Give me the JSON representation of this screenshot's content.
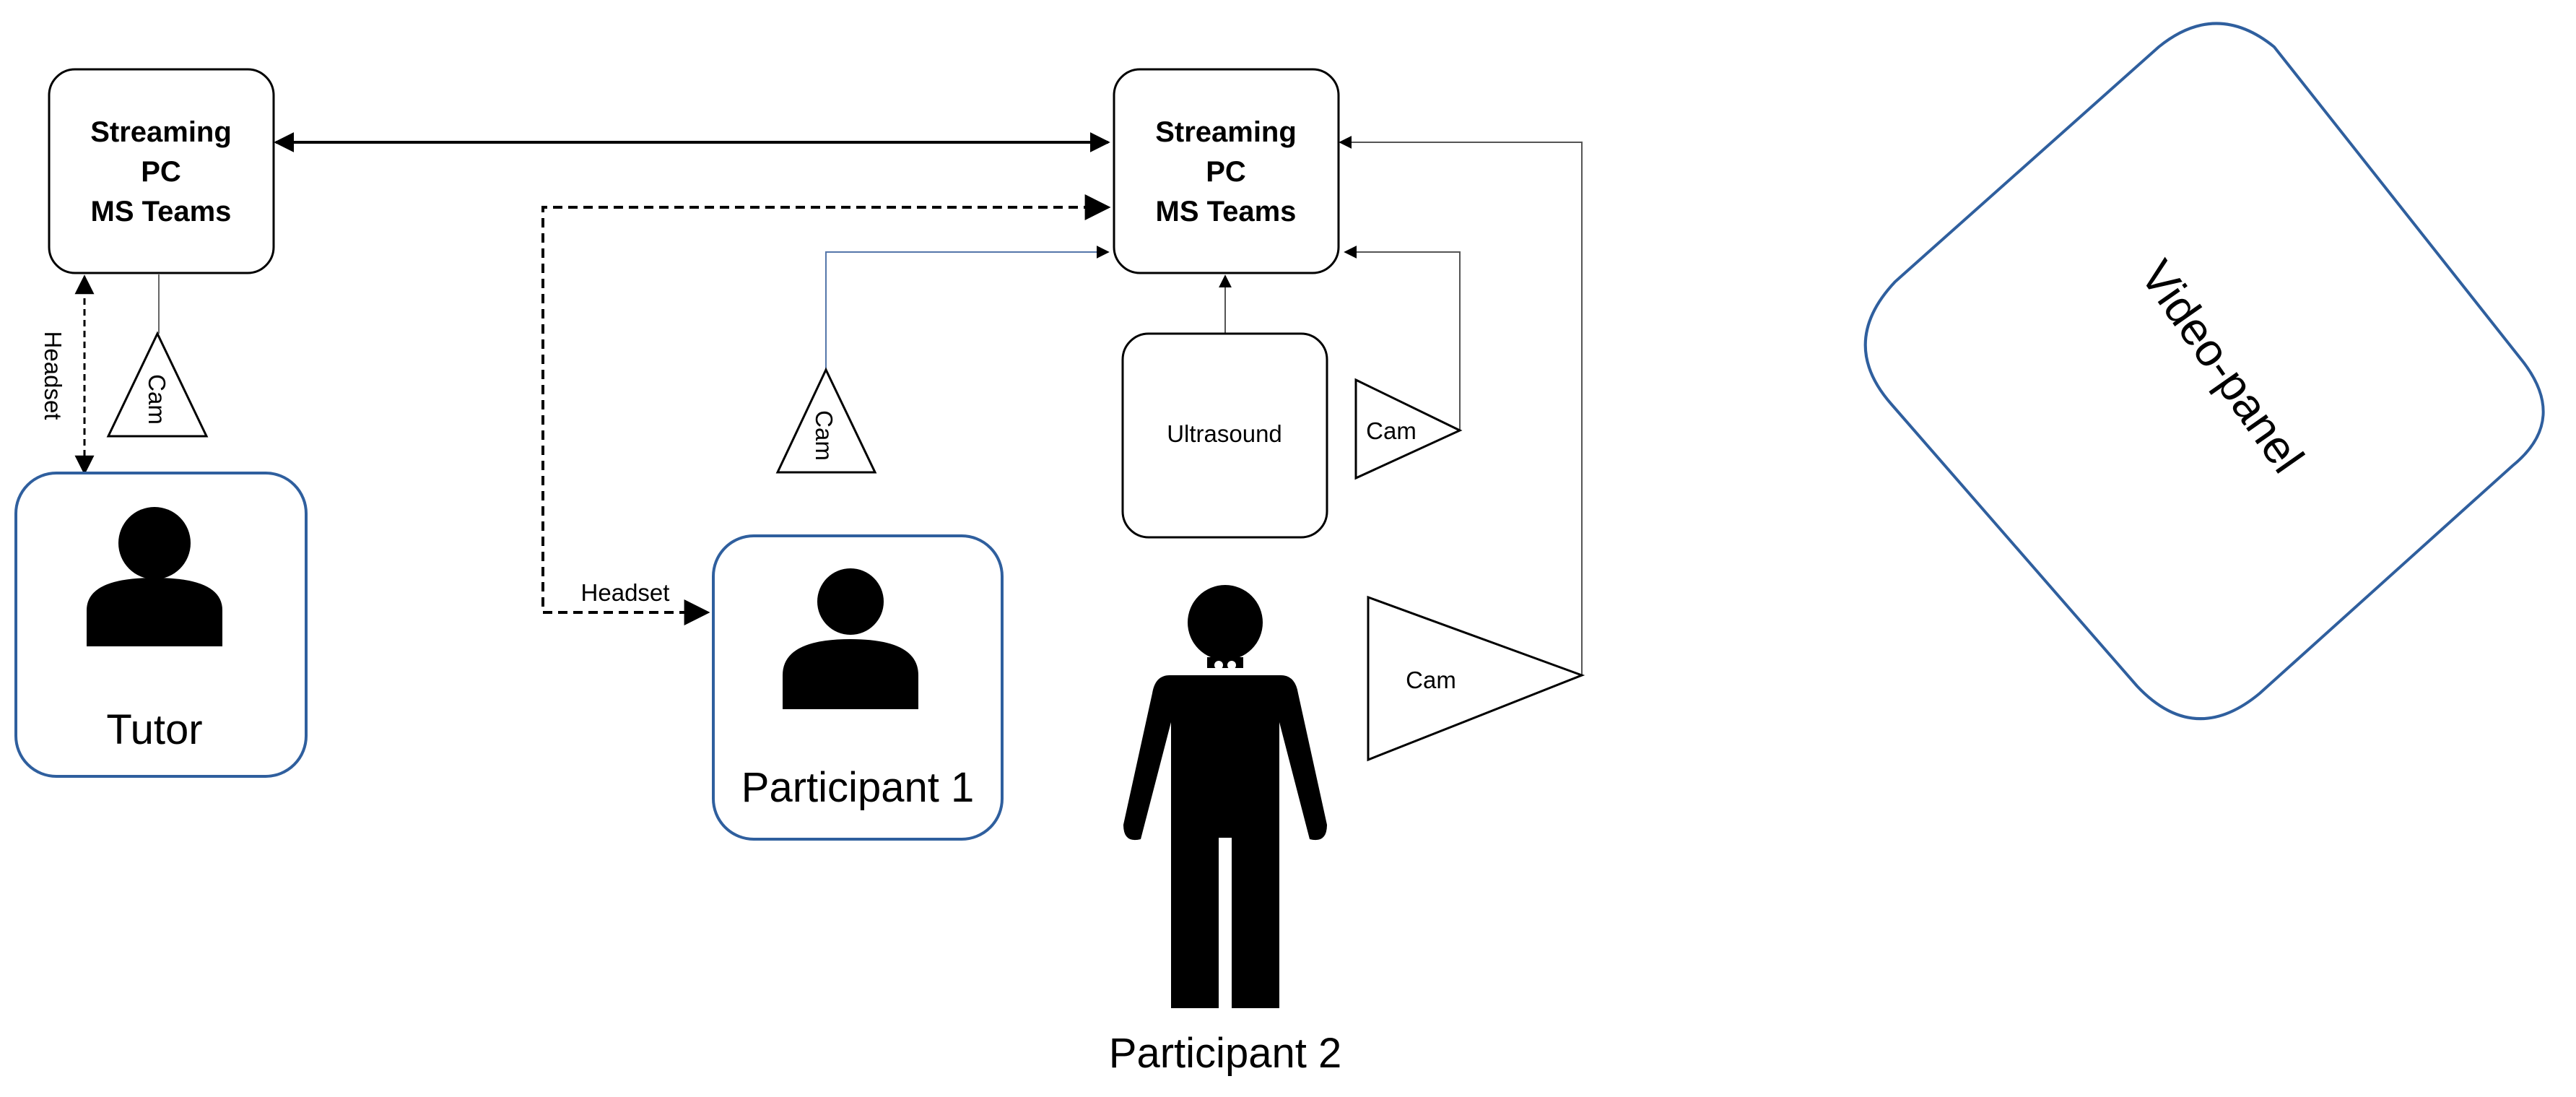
{
  "streaming_pc_left": {
    "lines": [
      "Streaming",
      "PC",
      "MS Teams"
    ]
  },
  "streaming_pc_right": {
    "lines": [
      "Streaming",
      "PC",
      "MS Teams"
    ]
  },
  "tutor": {
    "label": "Tutor"
  },
  "participant_1": {
    "label": "Participant 1"
  },
  "participant_2": {
    "label": "Participant 2"
  },
  "ultrasound": {
    "label": "Ultrasound"
  },
  "cams": {
    "tutor_cam": "Cam",
    "participant_1_cam": "Cam",
    "ultrasound_cam": "Cam",
    "participant_2_cam": "Cam"
  },
  "headset_tutor": "Headset",
  "headset_participant_1": "Headset",
  "video_panel": {
    "label": "Video-panel"
  },
  "colors": {
    "outline_blue": "#2f5f9e",
    "line": "#000000",
    "thin_line": "#555555"
  }
}
